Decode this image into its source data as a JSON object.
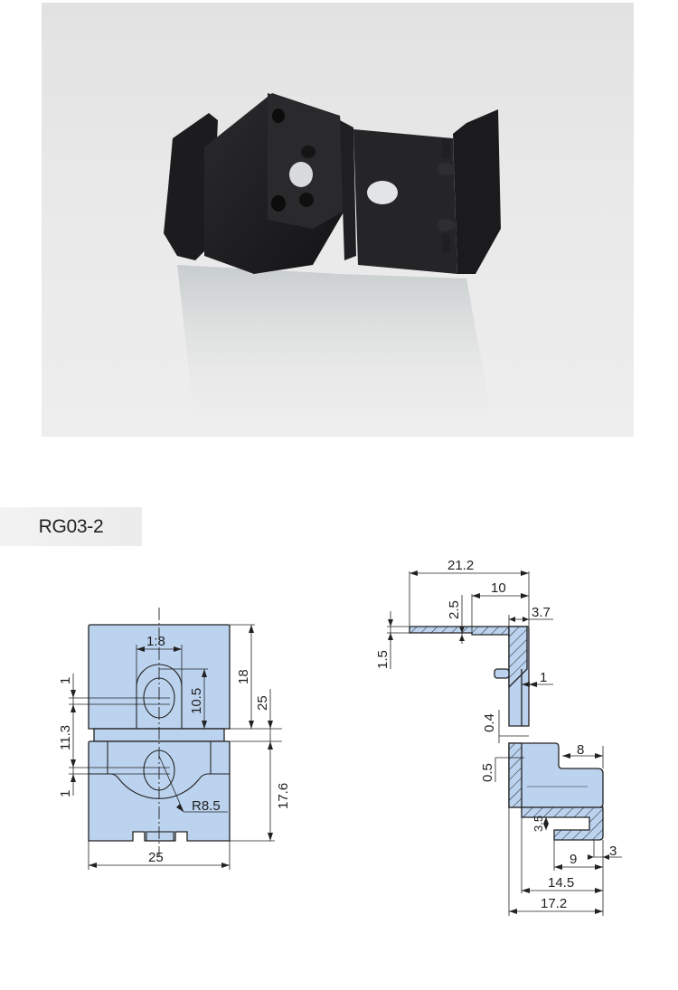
{
  "product": {
    "model_label": "RG03-2",
    "photo_alt": "black plastic hinge bracket photo"
  },
  "colors": {
    "part_fill": "#bcd3ef",
    "line": "#222222",
    "photo_bg": "#e6e6e6",
    "tag_bg": "#efefef"
  },
  "front_view": {
    "dims": {
      "slot_width": "1:8",
      "slot_height": "10.5",
      "upper_height": "18",
      "gap": "25",
      "lower_height": "17.6",
      "offset_top": "1",
      "center_distance": "11.3",
      "offset_bottom": "1",
      "radius": "R8.5",
      "width": "25"
    }
  },
  "side_view": {
    "dims": {
      "overall_top": "21.2",
      "top_10": "10",
      "step_2_5": "2.5",
      "wall_3_7": "3.7",
      "thickness_1_5": "1.5",
      "pin_1": "1",
      "gap_0_4": "0.4",
      "gap_0_5": "0.5",
      "lip_8": "8",
      "slot_3_5": "3.5",
      "slot_9": "9",
      "lip_3": "3",
      "width_14_5": "14.5",
      "width_17_2": "17.2"
    }
  }
}
